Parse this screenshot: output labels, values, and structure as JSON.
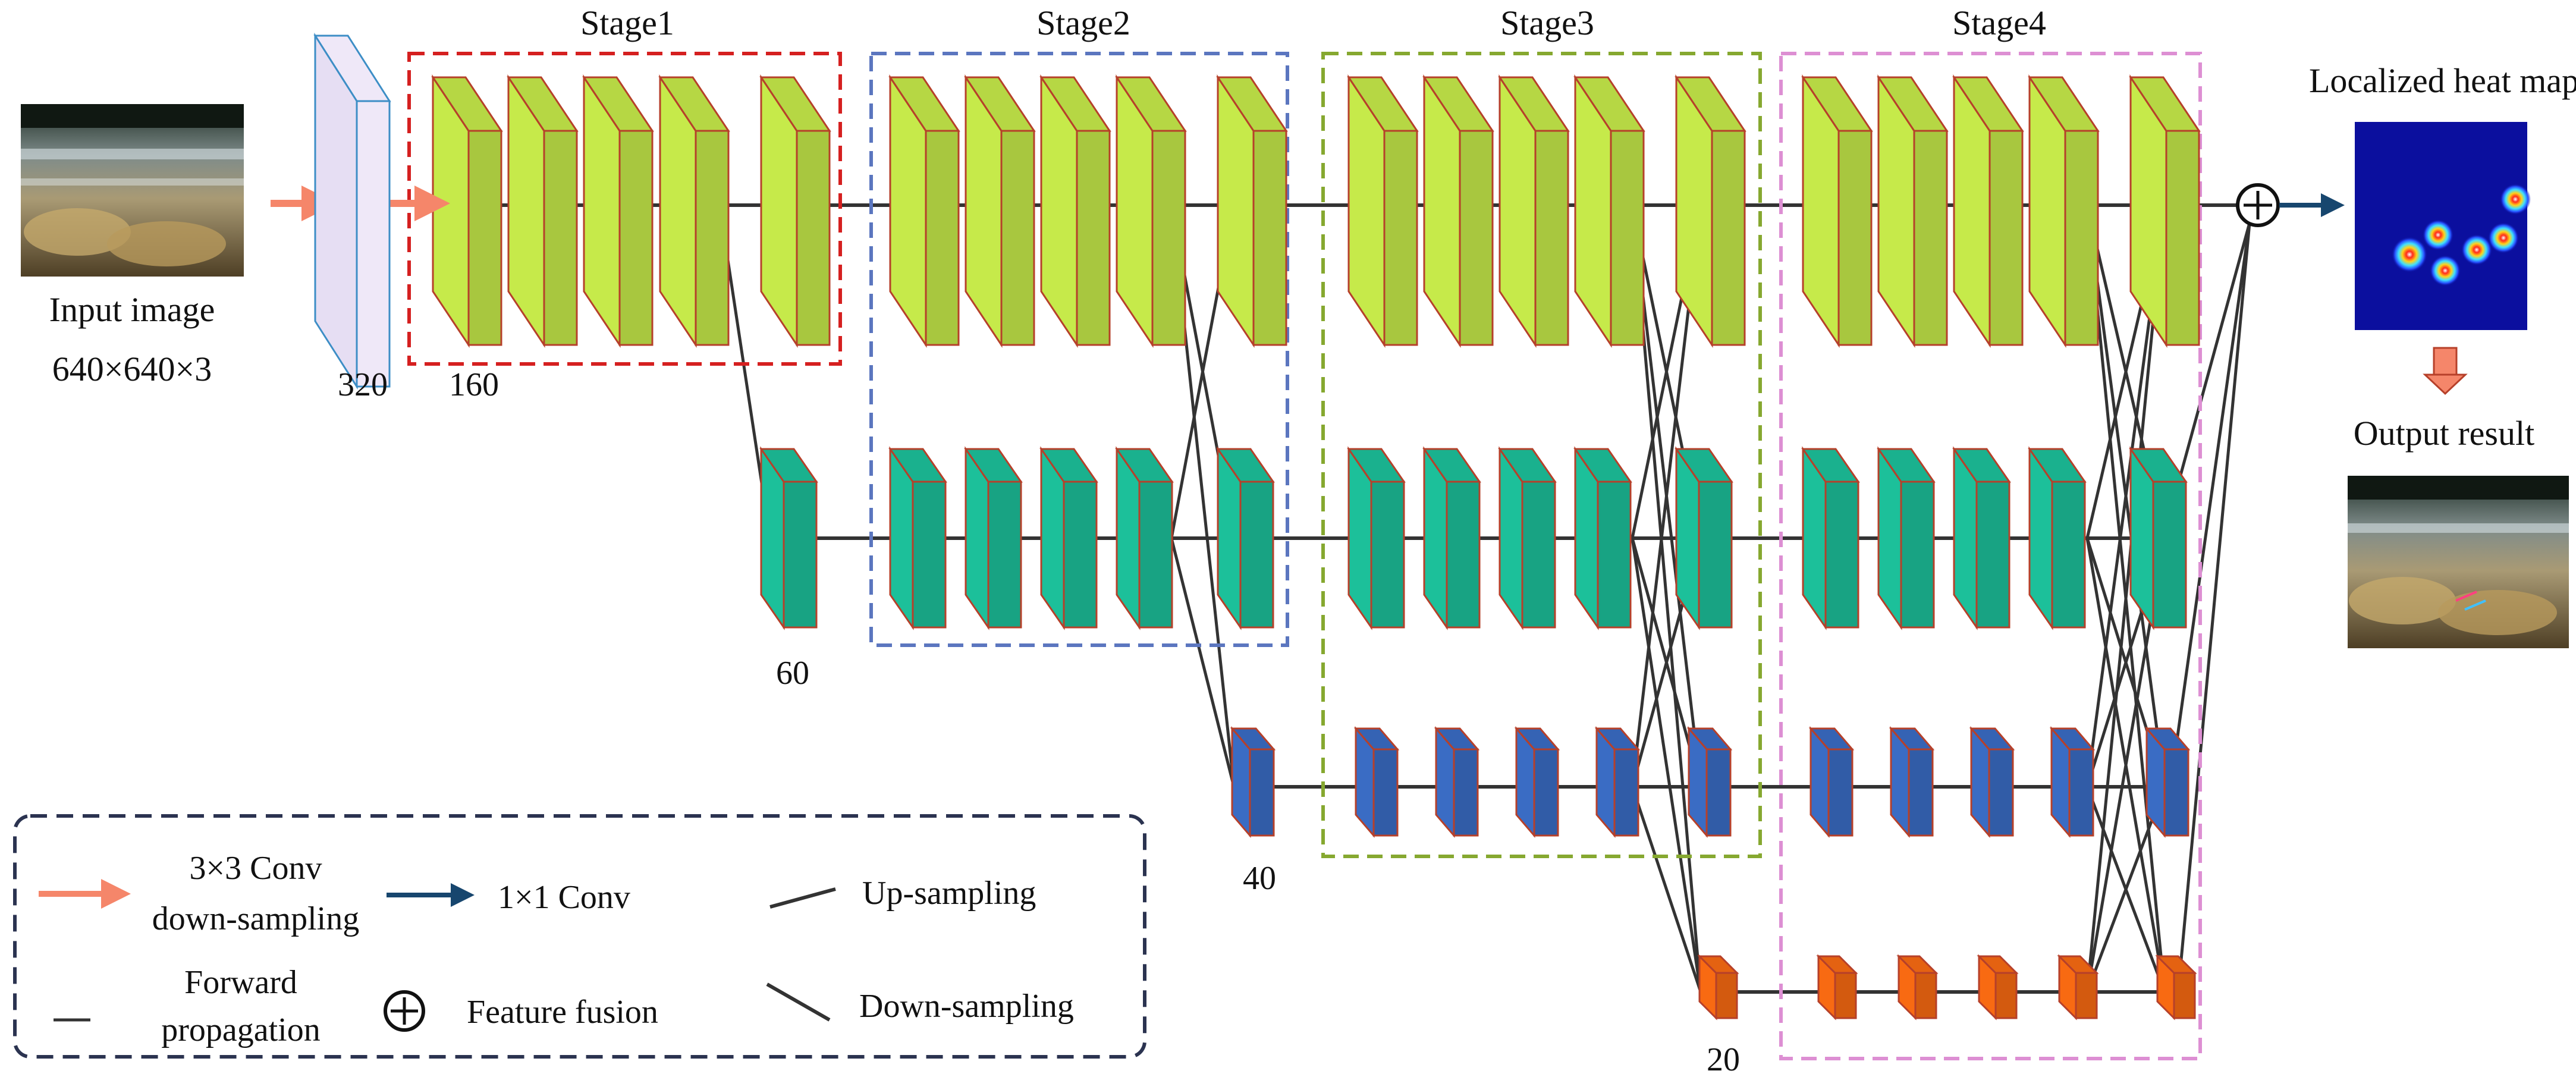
{
  "stages": [
    {
      "label": "Stage1",
      "color": "#d52020"
    },
    {
      "label": "Stage2",
      "color": "#5b76bf"
    },
    {
      "label": "Stage3",
      "color": "#86a830"
    },
    {
      "label": "Stage4",
      "color": "#dd8fd3"
    }
  ],
  "input": {
    "title": "Input image",
    "size": "640×640×3"
  },
  "channels": {
    "stem": "320",
    "branch1": "160",
    "branch2": "60",
    "branch3": "40",
    "branch4": "20"
  },
  "output": {
    "heatmap_title": "Localized heat map",
    "result_title": "Output result"
  },
  "legend": {
    "conv3_line1": "3×3 Conv",
    "conv3_line2": "down-sampling",
    "conv1": "1×1 Conv",
    "upsampling": "Up-sampling",
    "forward_line1": "Forward",
    "forward_line2": "propagation",
    "fusion": "Feature fusion",
    "downsampling": "Down-sampling"
  },
  "colors": {
    "branch1": "#c6ea4a",
    "branch2": "#1cc09a",
    "branch3": "#3a6cc4",
    "branch4": "#f86a12",
    "block_edge": "#b6402a",
    "stem_fill": "#efe8f8",
    "stem_edge": "#3d8ec6",
    "orange_arrow": "#f5866a",
    "conv1_arrow": "#17466e",
    "legend_border": "#2b3350",
    "heatmap_bg": "#0b0f9e"
  }
}
